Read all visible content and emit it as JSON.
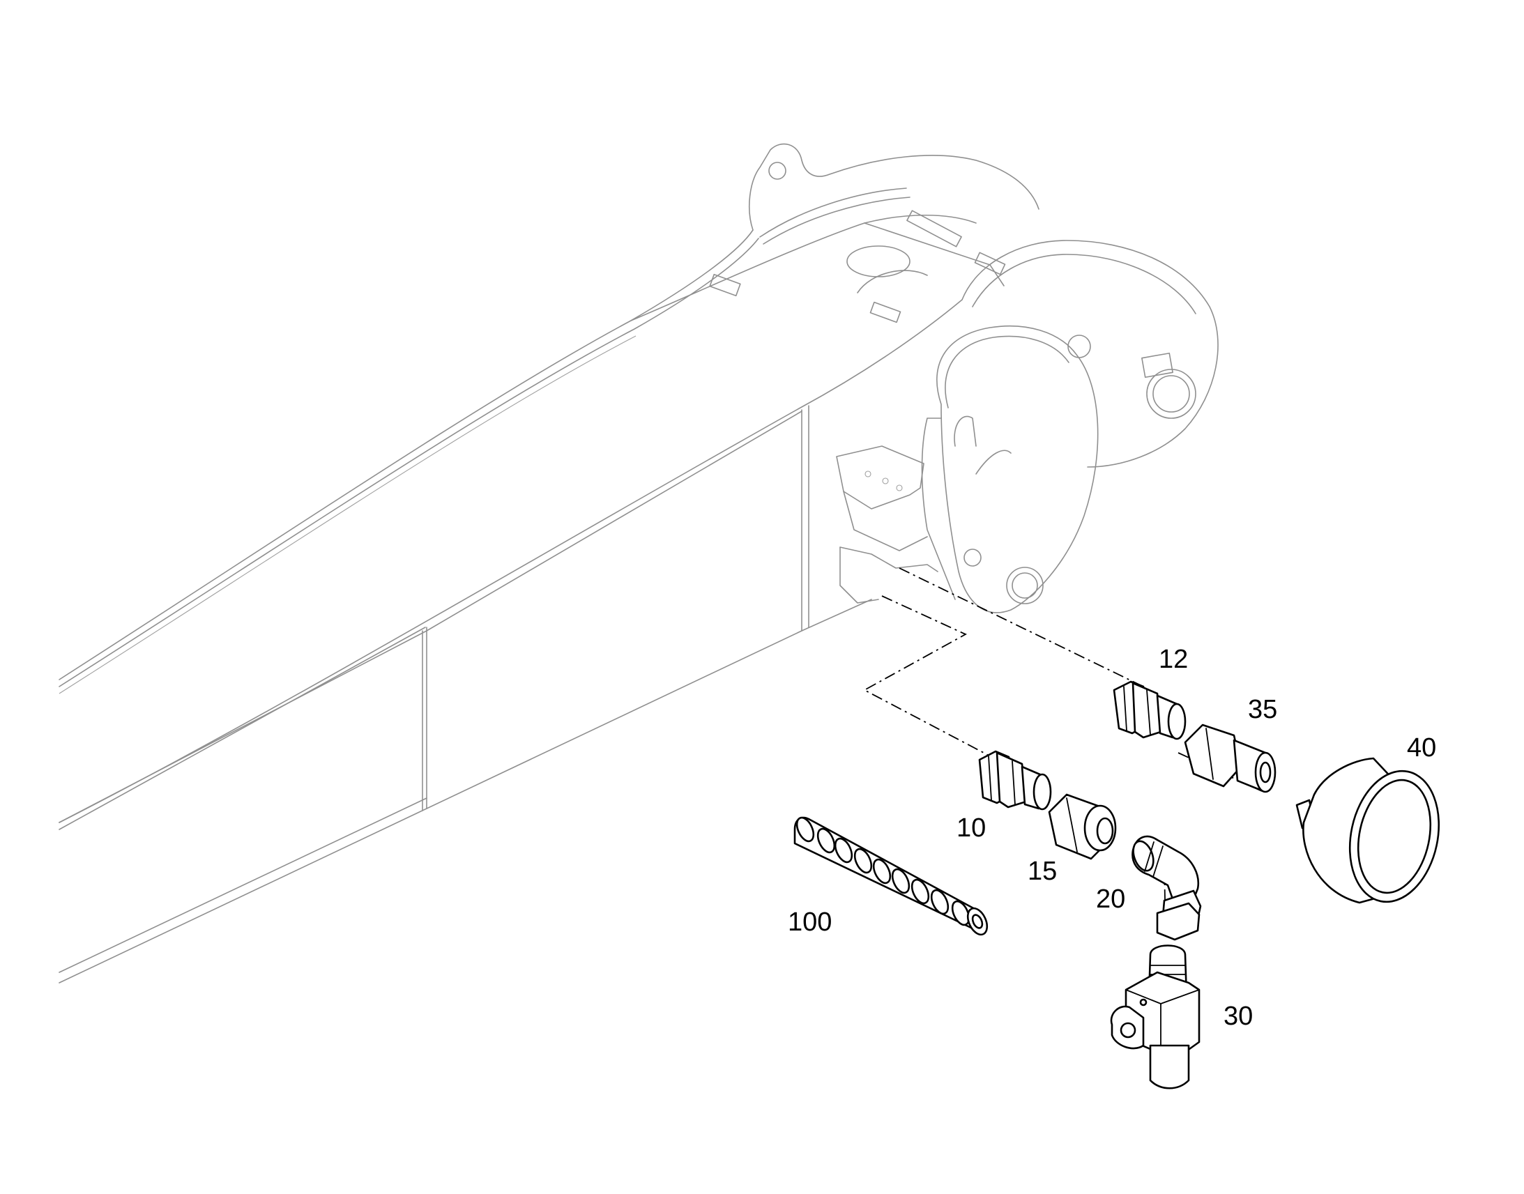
{
  "callouts": {
    "p12": "12",
    "p35": "35",
    "p40": "40",
    "p10": "10",
    "p15": "15",
    "p20": "20",
    "p100": "100",
    "p30": "30"
  }
}
